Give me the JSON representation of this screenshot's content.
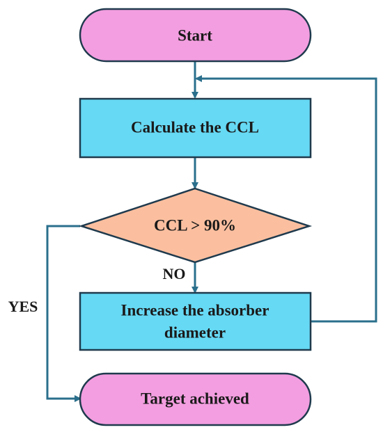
{
  "nodes": {
    "start": {
      "label": "Start",
      "color": "#f39ee0"
    },
    "calculate": {
      "label": "Calculate the CCL",
      "color": "#66d9f4"
    },
    "decision": {
      "label": "CCL > 90%",
      "color": "#fbbf9f"
    },
    "increase": {
      "line1": "Increase the absorber",
      "line2": "diameter",
      "color": "#66d9f4"
    },
    "target": {
      "label": "Target achieved",
      "color": "#f39ee0"
    }
  },
  "edges": {
    "no_label": "NO",
    "yes_label": "YES",
    "color": "#2a6f8c"
  }
}
